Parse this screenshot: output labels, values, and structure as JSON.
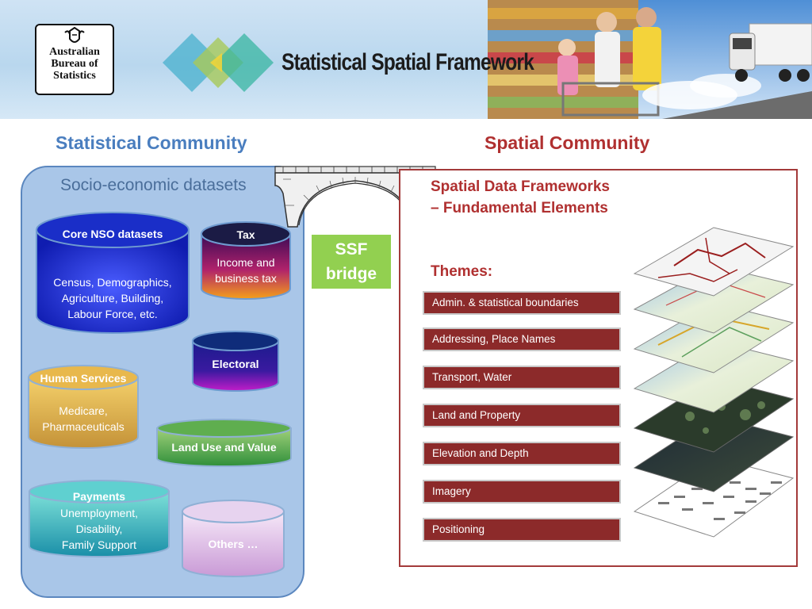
{
  "header": {
    "logo_lines": [
      "Australian",
      "Bureau of",
      "Statistics"
    ],
    "title": "Statistical Spatial Framework"
  },
  "left": {
    "heading": "Statistical Community",
    "panel_title": "Socio-economic datasets",
    "datasets": {
      "core_nso": {
        "title": "Core NSO datasets",
        "body": [
          "Census, Demographics,",
          "Agriculture, Building,",
          "Labour Force, etc."
        ]
      },
      "tax": {
        "title": "Tax",
        "body": [
          "Income and",
          "business tax"
        ]
      },
      "electoral": {
        "title": "Electoral"
      },
      "human_services": {
        "title": "Human Services",
        "body": [
          "Medicare,",
          "Pharmaceuticals"
        ]
      },
      "land_use": {
        "title": "Land Use and Value"
      },
      "payments": {
        "title": "Payments",
        "body": [
          "Unemployment,",
          "Disability,",
          "Family Support"
        ]
      },
      "others": {
        "title": "Others …"
      }
    }
  },
  "bridge": {
    "label_line1": "SSF",
    "label_line2": "bridge"
  },
  "right": {
    "heading": "Spatial Community",
    "title_line1": "Spatial Data Frameworks",
    "title_line2": "– Fundamental Elements",
    "themes_label": "Themes:",
    "themes": [
      "Admin. & statistical  boundaries",
      "Addressing, Place Names",
      "Transport, Water",
      "Land and Property",
      "Elevation and Depth",
      "Imagery",
      "Positioning"
    ]
  },
  "colors": {
    "statistical_heading": "#4a7ebf",
    "spatial_heading": "#b03030",
    "theme_box": "#8c2a2a",
    "ssf_box": "#92d050",
    "left_panel": "#a9c6e8"
  }
}
